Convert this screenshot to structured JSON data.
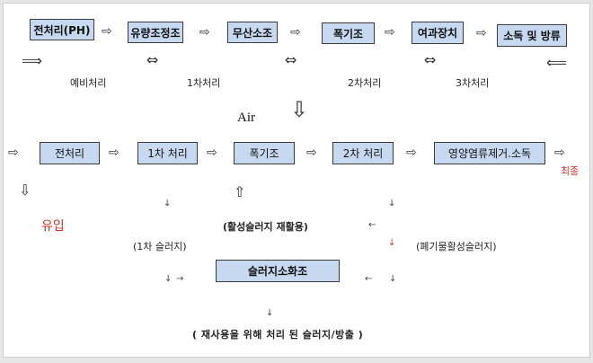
{
  "top_flow": {
    "steps": [
      "전처리(PH)",
      "유량조정조",
      "무산소조",
      "폭기조",
      "여과장치",
      "소독 및 방류"
    ],
    "stage_labels": [
      "예비처리",
      "1차처리",
      "2차처리",
      "3차처리"
    ]
  },
  "air_label": "Air",
  "bottom_flow": {
    "steps": [
      "전처리",
      "1차 처리",
      "폭기조",
      "2차 처리",
      "영양염류제거.소독"
    ],
    "final_label": "최종",
    "inflow_label": "유입",
    "recycle_label": "(활성슬러지 재활용)",
    "primary_sludge_label": "(1차 슬러지)",
    "waste_sludge_label": "(폐기물활성슬러지)",
    "digester_label": "슬러지소화조",
    "output_label": "( 재사용을 위해 처리 된 슬러지/방출 )"
  },
  "colors": {
    "box_fill": "#c6d9f0",
    "accent_red": "#d0302a"
  }
}
